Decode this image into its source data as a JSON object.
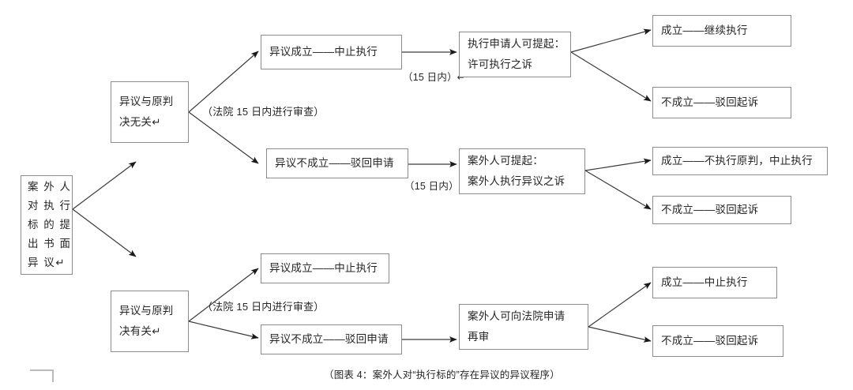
{
  "diagram": {
    "caption": "（图表 4：案外人对“执行标的”存在异议的异议程序）",
    "stroke_color": "#8c8c8c",
    "arrow_color": "#1a1a1a",
    "text_color": "#262626",
    "background": "#ffffff"
  },
  "nodes": {
    "root": {
      "lines": [
        "案 外 人",
        "对 执 行",
        "标 的 提",
        "出 书 面",
        "异 议↵"
      ],
      "full_text": "案外人对执行标的提出书面异议"
    },
    "branch_unrelated": {
      "lines": [
        "异议与原判",
        "决无关↵"
      ],
      "full_text": "异议与原判决无关"
    },
    "branch_related": {
      "lines": [
        "异议与原判",
        "决有关↵"
      ],
      "full_text": "异议与原判决有关"
    },
    "unrelated_sustained": {
      "lines": [
        "异议成立——中止执行"
      ],
      "full_text": "异议成立——中止执行"
    },
    "unrelated_overruled": {
      "lines": [
        "异议不成立——驳回申请"
      ],
      "full_text": "异议不成立——驳回申请"
    },
    "applicant_suit": {
      "lines": [
        "执行申请人可提起：",
        "许可执行之诉"
      ],
      "full_text": "执行申请人可提起：许可执行之诉"
    },
    "outsider_suit": {
      "lines": [
        "案外人可提起：",
        "案外人执行异议之诉"
      ],
      "full_text": "案外人可提起：案外人执行异议之诉"
    },
    "applicant_win": {
      "lines": [
        "成立——继续执行"
      ],
      "full_text": "成立——继续执行"
    },
    "applicant_lose": {
      "lines": [
        "不成立——驳回起诉"
      ],
      "full_text": "不成立——驳回起诉"
    },
    "outsider_win": {
      "lines": [
        "成立——不执行原判，中止执行"
      ],
      "full_text": "成立——不执行原判，中止执行"
    },
    "outsider_lose": {
      "lines": [
        "不成立——驳回起诉"
      ],
      "full_text": "不成立——驳回起诉"
    },
    "related_sustained": {
      "lines": [
        "异议成立——中止执行"
      ],
      "full_text": "异议成立——中止执行"
    },
    "related_overruled": {
      "lines": [
        "异议不成立——驳回申请"
      ],
      "full_text": "异议不成立——驳回申请"
    },
    "retrial_application": {
      "lines": [
        "案外人可向法院申请",
        "再审"
      ],
      "full_text": "案外人可向法院申请再审"
    },
    "retrial_win": {
      "lines": [
        "成立——中止执行"
      ],
      "full_text": "成立——中止执行"
    },
    "retrial_lose": {
      "lines": [
        "不成立——驳回起诉"
      ],
      "full_text": "不成立——驳回起诉"
    }
  },
  "edge_labels": {
    "review_upper": "（法院 15 日内进行审查）",
    "review_lower": "（法院 15 日内进行审查）",
    "days_upper": "（15 日内）↵",
    "days_lower": "（15 日内）↵"
  }
}
